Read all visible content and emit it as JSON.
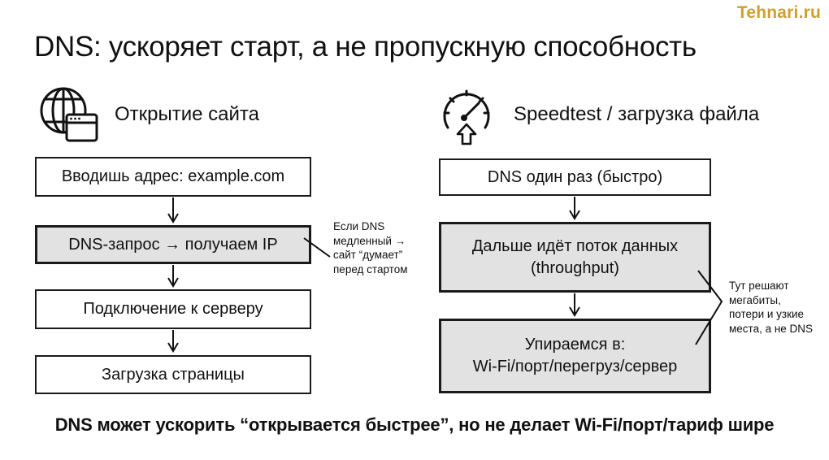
{
  "brand": {
    "logo_text": "Tehnari.ru"
  },
  "title": "DNS: ускоряет старт, а не пропускную способность",
  "left_flow": {
    "header": "Открытие сайта",
    "icon": "globe-browser-icon",
    "steps": [
      {
        "lines": [
          "Вводишь адрес: example.com"
        ],
        "highlighted": false
      },
      {
        "lines": [
          "DNS-запрос → получаем IP"
        ],
        "highlighted": true
      },
      {
        "lines": [
          "Подключение к серверу"
        ],
        "highlighted": false
      },
      {
        "lines": [
          "Загрузка страницы"
        ],
        "highlighted": false
      }
    ],
    "annotation_lines": [
      "Если DNS",
      "медленный →",
      "сайт “думает”",
      "перед стартом"
    ]
  },
  "right_flow": {
    "header": "Speedtest / загрузка файла",
    "icon": "speedometer-upload-icon",
    "steps": [
      {
        "lines": [
          "DNS один раз (быстро)"
        ],
        "highlighted": false
      },
      {
        "lines": [
          "Дальше идёт поток данных",
          "(throughput)"
        ],
        "highlighted": true
      },
      {
        "lines": [
          "Упираемся в:",
          "Wi-Fi/порт/перегруз/сервер"
        ],
        "highlighted": true
      }
    ],
    "annotation_lines": [
      "Тут решают",
      "мегабиты,",
      "потери и узкие",
      "места, а не DNS"
    ]
  },
  "footer": "DNS может ускорить “открывается быстрее”, но не делает Wi-Fi/порт/тариф шире",
  "colors": {
    "background": "#FFFFFF",
    "text": "#111111",
    "box_border": "#1A1A1A",
    "box_highlight": "#E2E2E2",
    "logo_gold": "#CE9F30"
  }
}
